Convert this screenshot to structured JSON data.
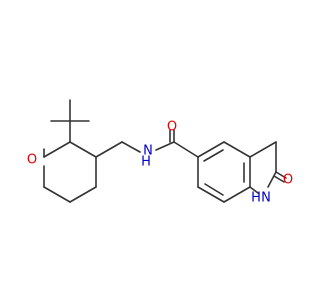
{
  "molecule": {
    "atoms": {
      "ring_oxygen": "O",
      "amide_nitrogen": "N",
      "amide_hydrogen": "H",
      "carbonyl_oxygen": "O",
      "lactam_nh": "H",
      "lactam_n": "N",
      "lactam_oxygen": "O"
    }
  },
  "colors": {
    "bond": "#333333",
    "oxygen": "#e60000",
    "nitrogen": "#0000cc"
  }
}
